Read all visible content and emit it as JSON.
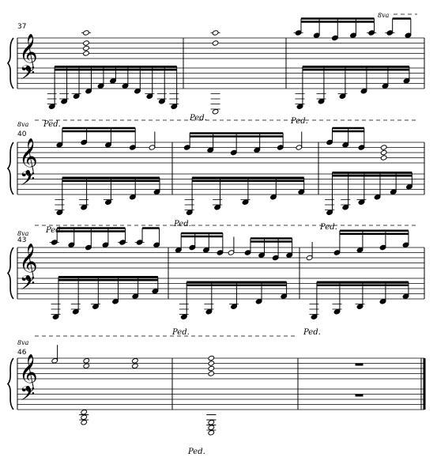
{
  "score": {
    "systems": [
      {
        "first_measure": "37",
        "ottava": "8va",
        "ped": [
          "Ped.",
          "Ped.",
          "Ped."
        ],
        "measures": [
          {
            "rh": [
              {
                "type": "chord",
                "p": [
                  2,
                  4,
                  6,
                  10
                ]
              }
            ],
            "lh": [
              {
                "type": "run",
                "p": [
                  -7,
                  -5,
                  -3,
                  -1,
                  1,
                  3,
                  1,
                  -1,
                  -3,
                  -5,
                  -7
                ]
              }
            ]
          },
          {
            "rh": [
              {
                "type": "chord",
                "p": [
                  6,
                  10
                ]
              }
            ],
            "lh": [
              {
                "type": "whole",
                "p": [
                  -9
                ]
              }
            ]
          },
          {
            "rh": [
              {
                "type": "run",
                "p": [
                  10,
                  9,
                  8,
                  9,
                  10
                ]
              },
              {
                "type": "pair",
                "p": [
                  10,
                  9
                ]
              }
            ],
            "lh": [
              {
                "type": "run",
                "p": [
                  -7,
                  -5,
                  -3,
                  -1,
                  1,
                  3
                ]
              }
            ]
          }
        ]
      },
      {
        "first_measure": "40",
        "ottava": "8va",
        "ped": [
          "Ped.",
          "Ped.",
          "Ped."
        ],
        "measures": [
          {
            "rh": [
              {
                "type": "run",
                "p": [
                  7,
                  8,
                  7,
                  6
                ]
              },
              {
                "type": "half",
                "p": [
                  6
                ]
              }
            ],
            "lh": [
              {
                "type": "run",
                "p": [
                  -7,
                  -5,
                  -3,
                  -1,
                  1
                ]
              }
            ]
          },
          {
            "rh": [
              {
                "type": "run",
                "p": [
                  6,
                  5,
                  4,
                  5,
                  6
                ]
              },
              {
                "type": "half",
                "p": [
                  6
                ]
              }
            ],
            "lh": [
              {
                "type": "run",
                "p": [
                  -7,
                  -5,
                  -3,
                  -1,
                  1
                ]
              }
            ]
          },
          {
            "rh": [
              {
                "type": "run",
                "p": [
                  8,
                  7,
                  6
                ]
              },
              {
                "type": "chord",
                "p": [
                  2,
                  4,
                  6
                ]
              }
            ],
            "lh": [
              {
                "type": "run",
                "p": [
                  -7,
                  -5,
                  -3,
                  -1,
                  1,
                  3
                ]
              }
            ]
          }
        ]
      },
      {
        "first_measure": "43",
        "ottava": "8va",
        "ped": [
          "Ped.",
          "Ped.",
          "Ped."
        ],
        "measures": [
          {
            "rh": [
              {
                "type": "run",
                "p": [
                  10,
                  9,
                  8,
                  9,
                  10
                ]
              },
              {
                "type": "pair",
                "p": [
                  10,
                  9
                ]
              }
            ],
            "lh": [
              {
                "type": "run",
                "p": [
                  -7,
                  -5,
                  -3,
                  -1,
                  1,
                  3
                ]
              }
            ]
          },
          {
            "rh": [
              {
                "type": "run",
                "p": [
                  7,
                  8,
                  7,
                  6
                ]
              },
              {
                "type": "half",
                "p": [
                  6
                ]
              },
              {
                "type": "run",
                "p": [
                  6,
                  5,
                  4,
                  5
                ]
              }
            ],
            "lh": [
              {
                "type": "run",
                "p": [
                  -7,
                  -5,
                  -3,
                  -1,
                  1
                ]
              }
            ]
          },
          {
            "rh": [
              {
                "type": "half",
                "p": [
                  4
                ]
              },
              {
                "type": "run",
                "p": [
                  6,
                  7,
                  8,
                  9
                ]
              }
            ],
            "lh": [
              {
                "type": "run",
                "p": [
                  -7,
                  -5,
                  -3,
                  -1,
                  1
                ]
              }
            ]
          }
        ]
      },
      {
        "first_measure": "46",
        "ottava": "8va",
        "ped": [
          "Ped."
        ],
        "measures": [
          {
            "rh": [
              {
                "type": "half",
                "p": [
                  7
                ]
              },
              {
                "type": "chord",
                "p": [
                  5,
                  7
                ]
              },
              {
                "type": "chord",
                "p": [
                  5,
                  7
                ]
              }
            ],
            "lh": [
              {
                "type": "chord",
                "p": [
                  -5,
                  -3,
                  -1
                ]
              }
            ]
          },
          {
            "rh": [
              {
                "type": "chord",
                "p": [
                  2,
                  4,
                  6,
                  8
                ]
              }
            ],
            "lh": [
              {
                "type": "chord",
                "p": [
                  -9,
                  -7,
                  -5
                ]
              }
            ]
          },
          {
            "rh": [
              {
                "type": "rest"
              }
            ],
            "lh": [
              {
                "type": "rest"
              }
            ]
          }
        ]
      }
    ]
  }
}
